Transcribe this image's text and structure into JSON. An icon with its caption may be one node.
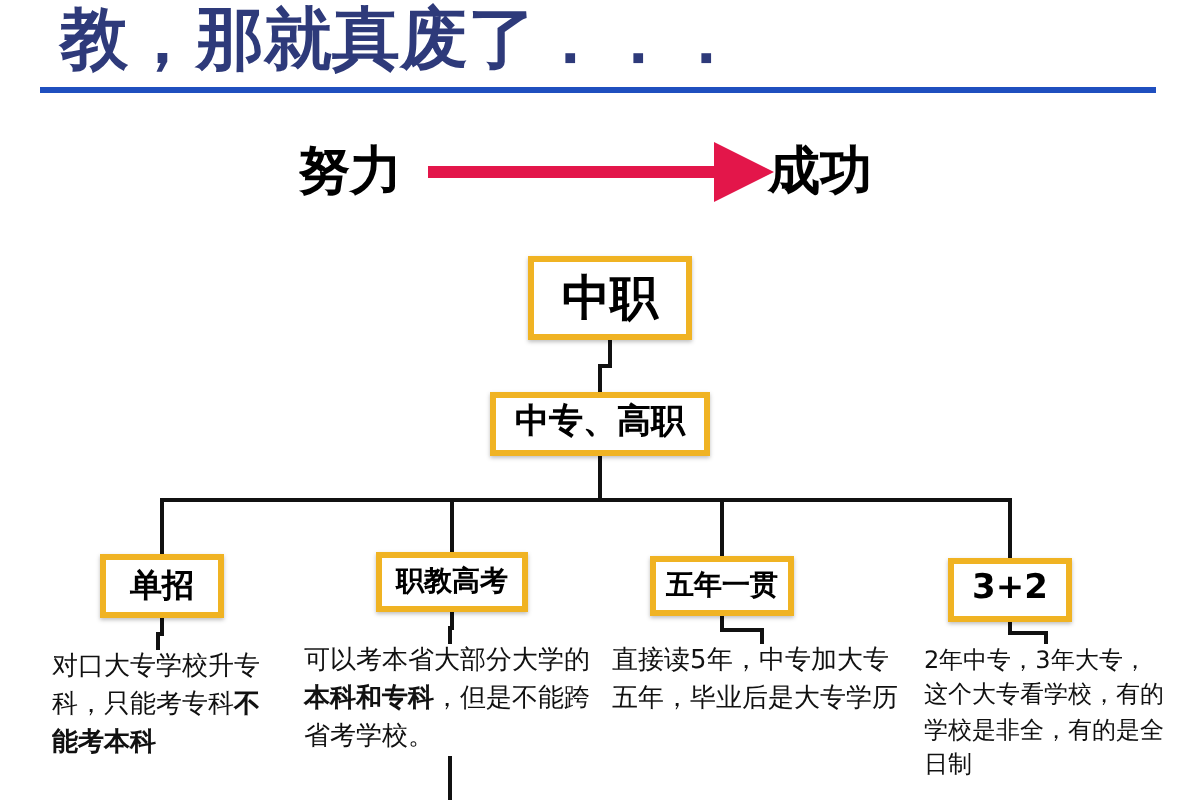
{
  "diagram": {
    "nodes": [
      {
        "text": [
          "努力"
        ]
      },
      {
        "text": [
          "成功"
        ]
      },
      {
        "text": [
          "中职"
        ]
      },
      {
        "text": [
          "中专、高职"
        ]
      },
      {
        "text": [
          "单招"
        ]
      },
      {
        "text": [
          "**职教高考**"
        ]
      },
      {
        "text": [
          "五年一贯"
        ]
      },
      {
        "text": [
          "3+2"
        ]
      },
      {
        "text": [
          "对口大专学校升专科，只能考专科**不能考本科**"
        ]
      },
      {
        "text": [
          "可以考本省大部分大学的**本科和专科**，但是不能跨省考学校。"
        ]
      },
      {
        "text": [
          "直接读5年，中专加大专五年，毕业后是大专学历"
        ]
      },
      {
        "text": [
          "2年中专，3年大专，这个大专看学校，有的学校是非全，有的是全日制"
        ]
      }
    ],
    "edges": [
      {
        "from": 0,
        "to": 1,
        "arrow": "to",
        "style": "thick",
        "color": "#e3164a"
      },
      {
        "from": 2,
        "to": 3,
        "arrow": "none"
      },
      {
        "from": 3,
        "to": 4,
        "arrow": "none"
      },
      {
        "from": 3,
        "to": 5,
        "arrow": "none"
      },
      {
        "from": 3,
        "to": 6,
        "arrow": "none"
      },
      {
        "from": 3,
        "to": 7,
        "arrow": "none"
      },
      {
        "from": 4,
        "to": 8,
        "arrow": "none"
      },
      {
        "from": 5,
        "to": 9,
        "arrow": "none"
      },
      {
        "from": 6,
        "to": 10,
        "arrow": "none"
      },
      {
        "from": 7,
        "to": 11,
        "arrow": "none"
      },
      {
        "from": 9,
        "to": null,
        "arrow": "none"
      }
    ],
    "labels": [
      "教，那就真废了．．．"
    ]
  }
}
